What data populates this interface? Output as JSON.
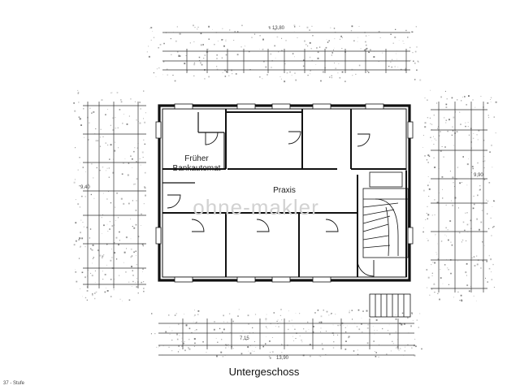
{
  "drawing": {
    "title": "Untergeschoss",
    "watermark": "ohne-makler",
    "corner_note": "37 - Stufe"
  },
  "rooms": [
    {
      "id": "bank",
      "label_line1": "Früher",
      "label_line2": "Bankautomat"
    },
    {
      "id": "praxis",
      "label": "Praxis"
    }
  ],
  "dimensions": {
    "top_total": "13,80",
    "bottom_total": "13,90",
    "bottom_width": "7,15",
    "left_height": "9,40",
    "right_height": "9,90"
  }
}
